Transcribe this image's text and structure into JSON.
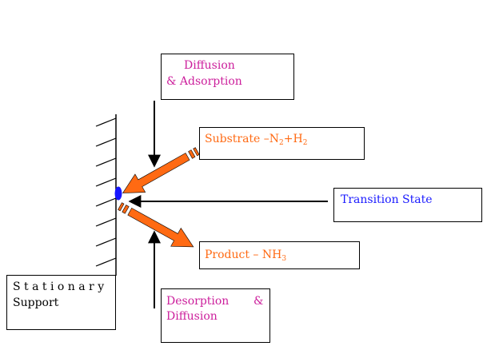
{
  "labels": {
    "diffusion_adsorption": {
      "line1": "Diffusion",
      "line2": "& Adsorption"
    },
    "substrate": {
      "prefix": "Substrate –N",
      "sub1": "2",
      "mid": "+H",
      "sub2": "2"
    },
    "transition_state": "Transition State",
    "product": {
      "prefix": "Product – NH",
      "sub1": "3"
    },
    "stationary_support": {
      "line1": "S t a t i o n a r y",
      "line2": "Support"
    },
    "desorption_diffusion": {
      "line1a": "Desorption",
      "line1b": "&",
      "line2": "Diffusion"
    }
  },
  "colors": {
    "magenta": "#cc1f9c",
    "orange": "#ff6a13",
    "blue": "#1a1aff",
    "enzyme_dot": "#1616ff",
    "black": "#000000"
  }
}
